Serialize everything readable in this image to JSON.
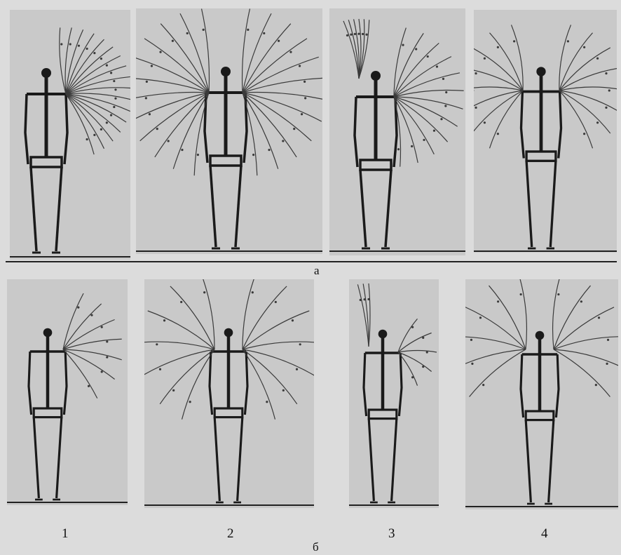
{
  "row_labels": {
    "top": "а",
    "bottom": "б"
  },
  "panel_numbers": [
    "1",
    "2",
    "3",
    "4"
  ],
  "colors": {
    "figure": "#1a1a1a",
    "trajectory": "#3a3a3a",
    "panel_bg": "#c9c9c9",
    "page_bg": "#dcdcdc"
  }
}
